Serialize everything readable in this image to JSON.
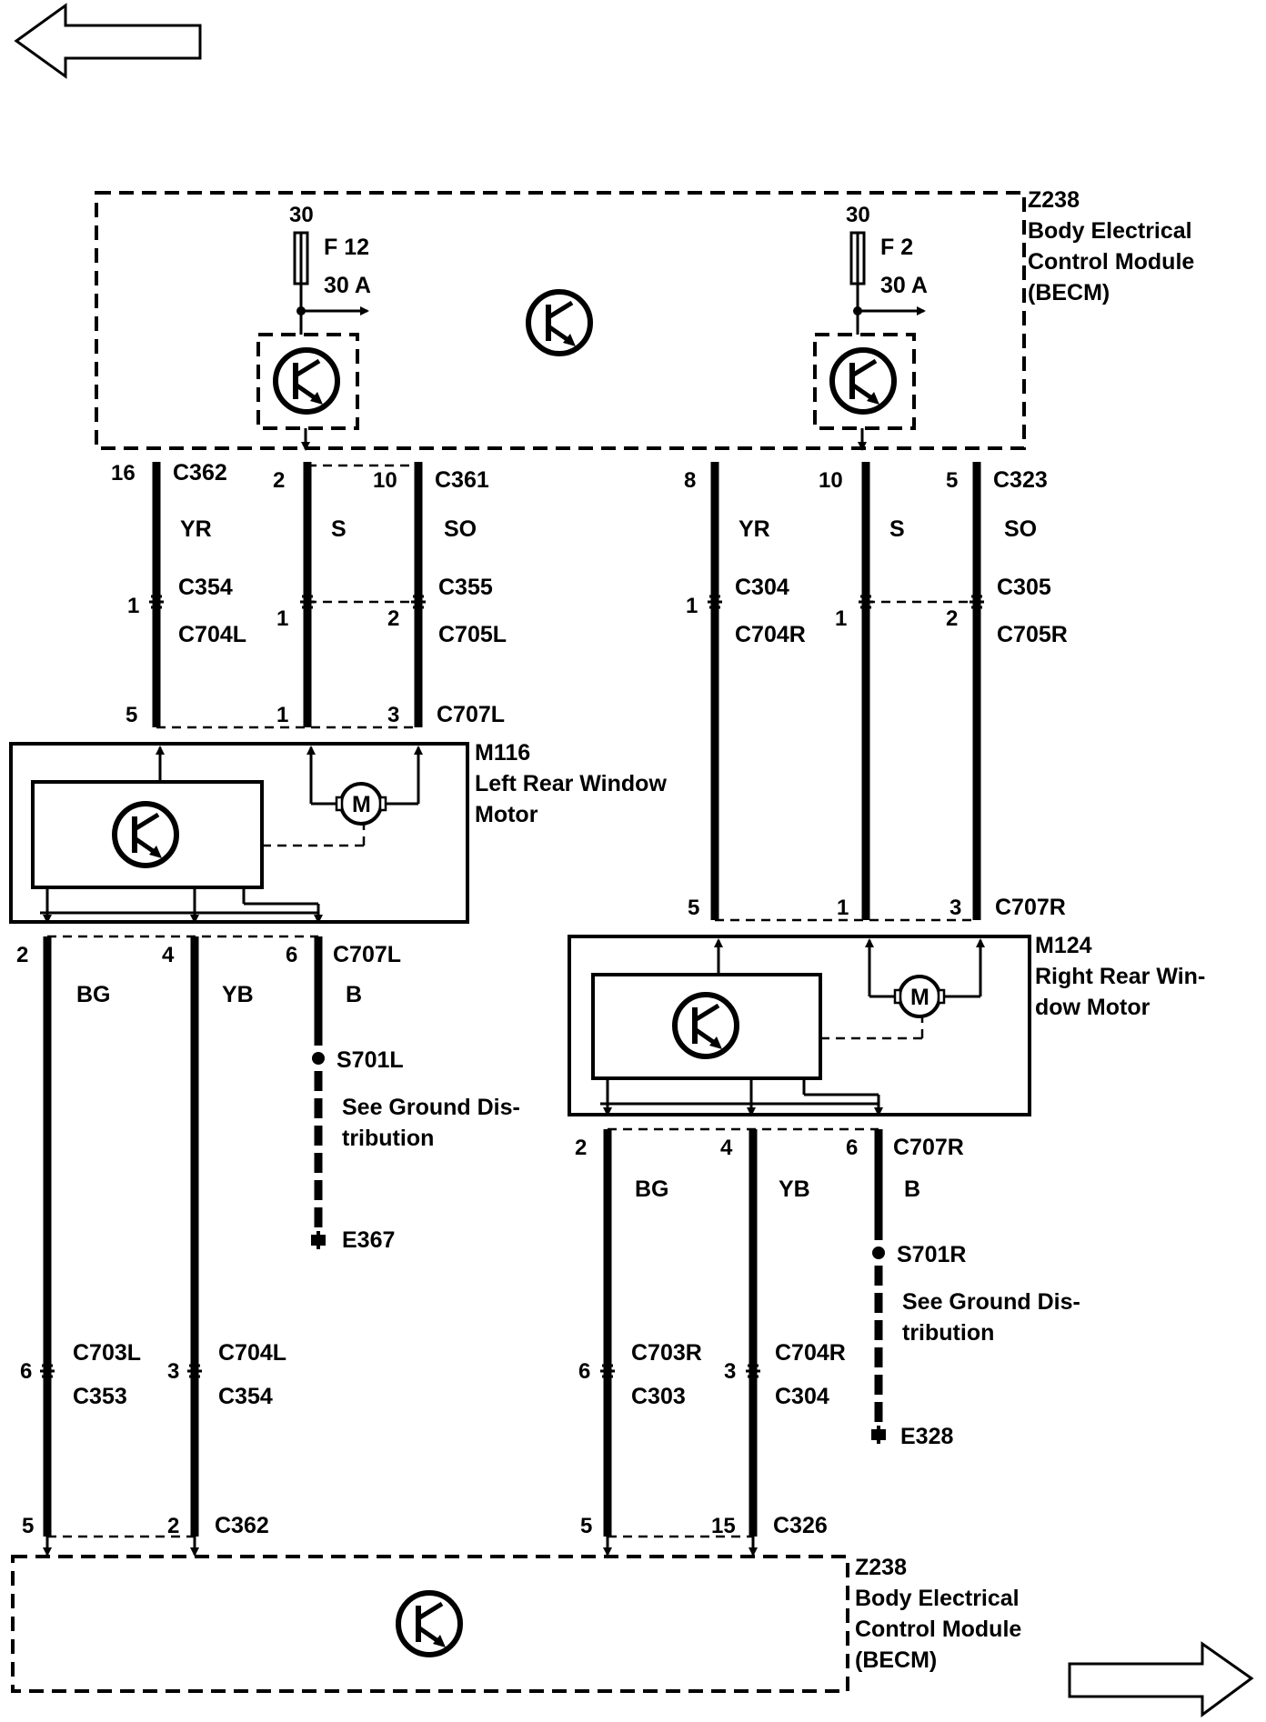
{
  "becm_top": {
    "id": "Z238",
    "line1": "Body Electrical",
    "line2": "Control Module",
    "line3": "(BECM)"
  },
  "becm_bottom": {
    "id": "Z238",
    "line1": "Body Electrical",
    "line2": "Control Module",
    "line3": "(BECM)"
  },
  "fuse_left": {
    "supply": "30",
    "name": "F 12",
    "rating": "30 A"
  },
  "fuse_right": {
    "supply": "30",
    "name": "F 2",
    "rating": "30 A"
  },
  "motor_left": {
    "id": "M116",
    "line1": "Left Rear Window",
    "line2": "Motor",
    "symbol": "M"
  },
  "motor_right": {
    "id": "M124",
    "line1": "Right Rear Win-",
    "line2": "dow Motor",
    "symbol": "M"
  },
  "left_upper": {
    "conn_a": "C362",
    "conn_b": "C361",
    "pins_top": [
      "16",
      "2",
      "10"
    ],
    "colors": [
      "YR",
      "S",
      "SO"
    ],
    "inline_a_top": "C354",
    "inline_a_bottom": "C704L",
    "inline_b_top": "C355",
    "inline_b_bottom": "C705L",
    "inline_pins": [
      "1",
      "1",
      "2"
    ],
    "motor_conn": "C707L",
    "motor_pins": [
      "5",
      "1",
      "3"
    ]
  },
  "right_upper": {
    "conn": "C323",
    "pins_top": [
      "8",
      "10",
      "5"
    ],
    "colors": [
      "YR",
      "S",
      "SO"
    ],
    "inline_a_top": "C304",
    "inline_a_bottom": "C704R",
    "inline_b_top": "C305",
    "inline_b_bottom": "C705R",
    "inline_pins": [
      "1",
      "1",
      "2"
    ],
    "motor_conn": "C707R",
    "motor_pins": [
      "5",
      "1",
      "3"
    ]
  },
  "left_lower": {
    "motor_conn": "C707L",
    "pins": [
      "2",
      "4",
      "6"
    ],
    "colors": [
      "BG",
      "YB",
      "B"
    ],
    "splice": "S701L",
    "ground_note_1": "See Ground Dis-",
    "ground_note_2": "tribution",
    "ground": "E367",
    "inline_a_top": "C703L",
    "inline_a_bottom": "C353",
    "inline_b_top": "C704L",
    "inline_b_bottom": "C354",
    "inline_pins": [
      "6",
      "3"
    ],
    "bottom_pins": [
      "5",
      "2"
    ],
    "bottom_conn": "C362"
  },
  "right_lower": {
    "motor_conn": "C707R",
    "pins": [
      "2",
      "4",
      "6"
    ],
    "colors": [
      "BG",
      "YB",
      "B"
    ],
    "splice": "S701R",
    "ground_note_1": "See Ground Dis-",
    "ground_note_2": "tribution",
    "ground": "E328",
    "inline_a_top": "C703R",
    "inline_a_bottom": "C303",
    "inline_b_top": "C704R",
    "inline_b_bottom": "C304",
    "inline_pins": [
      "6",
      "3"
    ],
    "bottom_pins": [
      "5",
      "15"
    ],
    "bottom_conn": "C326"
  }
}
